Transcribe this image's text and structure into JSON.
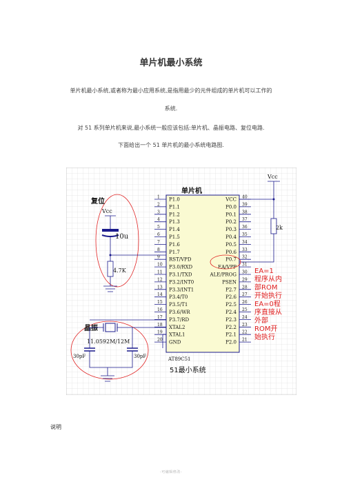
{
  "document": {
    "title": "单片机最小系统",
    "paragraphs": [
      "单片机最小系统,或者称为最小应用系统,是指用最少的元件组成的单片机可以工作的",
      "系统.",
      "对 51 系列单片机来说,最小系统一般应该包括:单片机、晶振电路、复位电路.",
      "下面给出一个 51 单片机的最小系统电路图."
    ],
    "section_label": "说明",
    "footer": "-可编辑修改-"
  },
  "diagram": {
    "chip_title": "单片机",
    "chip_model": "AT89C51",
    "caption": "51最小系统",
    "reset_label": "复位",
    "crystal_label": "晶振",
    "vcc_label": "Vcc",
    "vcc_label_right": "Vcc",
    "cap_value": "10u",
    "res_value": "4.7K",
    "pullup_value": "2k",
    "crystal_value": "11.0592M/12M",
    "cap_left": "30pF",
    "cap_right": "30pF",
    "annotation": [
      "EA=1",
      "程序从内",
      "部ROM",
      "开始执行",
      "EA=0程",
      "序直接从",
      "外部",
      "ROM开",
      "始执行"
    ],
    "left_pins": [
      {
        "num": "1",
        "name": "P1.0"
      },
      {
        "num": "2",
        "name": "P1.1"
      },
      {
        "num": "3",
        "name": "P1.2"
      },
      {
        "num": "4",
        "name": "P1.3"
      },
      {
        "num": "5",
        "name": "P1.4"
      },
      {
        "num": "6",
        "name": "P1.5"
      },
      {
        "num": "7",
        "name": "P1.6"
      },
      {
        "num": "8",
        "name": "P1.7"
      },
      {
        "num": "9",
        "name": "RST/VPD"
      },
      {
        "num": "10",
        "name": "P3.0/RXD"
      },
      {
        "num": "11",
        "name": "P3.1/TXD"
      },
      {
        "num": "12",
        "name": "P3.2/INT0"
      },
      {
        "num": "13",
        "name": "P3.3/INT1"
      },
      {
        "num": "14",
        "name": "P3.4/T0"
      },
      {
        "num": "15",
        "name": "P3.5/T1"
      },
      {
        "num": "16",
        "name": "P3.6/WR"
      },
      {
        "num": "17",
        "name": "P3.7/RD"
      },
      {
        "num": "18",
        "name": "XTAL2"
      },
      {
        "num": "19",
        "name": "XTAL1"
      },
      {
        "num": "20",
        "name": "GND"
      }
    ],
    "right_pins": [
      {
        "num": "40",
        "name": "VCC"
      },
      {
        "num": "39",
        "name": "P0.0"
      },
      {
        "num": "38",
        "name": "P0.1"
      },
      {
        "num": "37",
        "name": "P0.2"
      },
      {
        "num": "36",
        "name": "P0.3"
      },
      {
        "num": "35",
        "name": "P0.4"
      },
      {
        "num": "34",
        "name": "P0.5"
      },
      {
        "num": "33",
        "name": "P0.6"
      },
      {
        "num": "32",
        "name": "P0.7"
      },
      {
        "num": "31",
        "name": "EA/VPP"
      },
      {
        "num": "30",
        "name": "ALE/PROG"
      },
      {
        "num": "29",
        "name": "PSEN"
      },
      {
        "num": "28",
        "name": "P2.7"
      },
      {
        "num": "27",
        "name": "P2.6"
      },
      {
        "num": "26",
        "name": "P2.5"
      },
      {
        "num": "25",
        "name": "P2.4"
      },
      {
        "num": "24",
        "name": "P2.3"
      },
      {
        "num": "23",
        "name": "P2.2"
      },
      {
        "num": "22",
        "name": "P2.1"
      },
      {
        "num": "21",
        "name": "P2.0"
      }
    ],
    "colors": {
      "grid": "#c8c8c8",
      "wire": "#1a1a8c",
      "annotation": "#e02020",
      "chip_fill": "#fafad2"
    }
  }
}
